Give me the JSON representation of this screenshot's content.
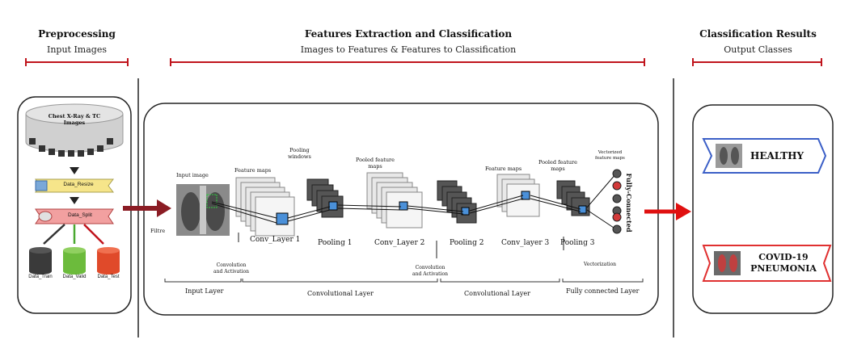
{
  "headers": {
    "preprocessing": {
      "title": "Preprocessing",
      "subtitle": "Input Images"
    },
    "features": {
      "title": "Features Extraction and Classification",
      "subtitle": "Images to Features & Features to Classification"
    },
    "results": {
      "title": "Classification Results",
      "subtitle": "Output Classes"
    }
  },
  "preprocessing": {
    "db_label": "Chest X-Ray & TC\nImages",
    "resize_label": "Data_Resize",
    "split_label": "Data_Split",
    "outputs": [
      {
        "label": "Data_Train",
        "color": "#3a3a3a"
      },
      {
        "label": "Data_Valid",
        "color": "#6cbb3c"
      },
      {
        "label": "Data_Test",
        "color": "#e04a2a"
      }
    ]
  },
  "cnn": {
    "input_image": "Input image",
    "filter": "Filtre",
    "feature_maps": "Feature maps",
    "pooling_window": "Pooling\nwindows",
    "pooled_feature_maps": "Pooled feature\nmaps",
    "feature_maps_3": "Feature maps",
    "pooled_feature_maps_3": "Pooled feature\nmaps",
    "vectorized": "Vectorized\nfeature maps",
    "fully_connected_vertical": "Fully-Connected",
    "stage_labels": [
      "Conv_Layer 1",
      "Pooling 1",
      "Conv_Layer 2",
      "Pooling 2",
      "Conv_layer 3",
      "Pooling 3"
    ],
    "conv_act_1": "Convolution\nand Activation",
    "conv_act_2": "Convolution\nand Activation",
    "vectorization": "Vectorization",
    "layers": [
      "Input Layer",
      "Convolutional Layer",
      "Convolutional Layer",
      "Fully connected Layer"
    ]
  },
  "results": {
    "classes": [
      {
        "label": "HEALTHY",
        "color": "#3b5fc7"
      },
      {
        "label": "COVID-19\nPNEUMONIA",
        "color": "#e03030"
      }
    ]
  },
  "colors": {
    "red": "#c0141c",
    "dark_red": "#8b1c24",
    "node_red": "#d23a3a",
    "node_dark": "#555555"
  }
}
